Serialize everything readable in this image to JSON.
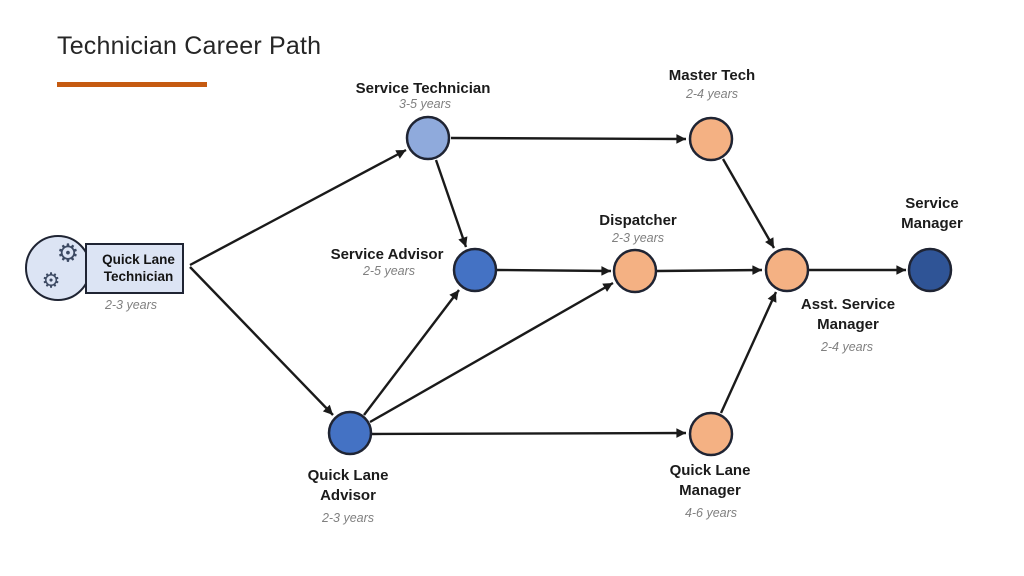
{
  "title": "Technician Career Path",
  "accent_color": "#C55A11",
  "colors": {
    "light_blue": "#8FAADC",
    "royal_blue": "#4472C4",
    "dark_blue": "#2F5496",
    "orange": "#F4B183",
    "node_border": "#1F2433",
    "edge_stroke": "#1A1A1A",
    "start_fill": "#DCE4F4",
    "years_text": "#808080"
  },
  "start_node": {
    "id": "quick-lane-technician",
    "label_lines": [
      "Quick Lane",
      "Technician"
    ],
    "years": "2-3 years",
    "icon": "gears-icon",
    "gear_glyph": "⚙"
  },
  "nodes": [
    {
      "id": "service-technician",
      "label_lines": [
        "Service Technician"
      ],
      "years": "3-5 years",
      "color": "#8FAADC"
    },
    {
      "id": "master-tech",
      "label_lines": [
        "Master Tech"
      ],
      "years": "2-4 years",
      "color": "#F4B183"
    },
    {
      "id": "service-advisor",
      "label_lines": [
        "Service Advisor"
      ],
      "years": "2-5 years",
      "color": "#4472C4"
    },
    {
      "id": "dispatcher",
      "label_lines": [
        "Dispatcher"
      ],
      "years": "2-3 years",
      "color": "#F4B183"
    },
    {
      "id": "asst-service-manager",
      "label_lines": [
        "Asst. Service",
        "Manager"
      ],
      "years": "2-4 years",
      "color": "#F4B183"
    },
    {
      "id": "service-manager",
      "label_lines": [
        "Service",
        "Manager"
      ],
      "years": "",
      "color": "#2F5496"
    },
    {
      "id": "quick-lane-advisor",
      "label_lines": [
        "Quick Lane",
        "Advisor"
      ],
      "years": "2-3 years",
      "color": "#4472C4"
    },
    {
      "id": "quick-lane-manager",
      "label_lines": [
        "Quick Lane",
        "Manager"
      ],
      "years": "4-6 years",
      "color": "#F4B183"
    }
  ],
  "edges": [
    {
      "from": "quick-lane-technician",
      "to": "service-technician"
    },
    {
      "from": "quick-lane-technician",
      "to": "quick-lane-advisor"
    },
    {
      "from": "service-technician",
      "to": "master-tech"
    },
    {
      "from": "service-technician",
      "to": "service-advisor"
    },
    {
      "from": "master-tech",
      "to": "asst-service-manager"
    },
    {
      "from": "service-advisor",
      "to": "dispatcher"
    },
    {
      "from": "dispatcher",
      "to": "asst-service-manager"
    },
    {
      "from": "quick-lane-advisor",
      "to": "service-advisor"
    },
    {
      "from": "quick-lane-advisor",
      "to": "dispatcher"
    },
    {
      "from": "quick-lane-advisor",
      "to": "quick-lane-manager"
    },
    {
      "from": "quick-lane-manager",
      "to": "asst-service-manager"
    },
    {
      "from": "asst-service-manager",
      "to": "service-manager"
    }
  ]
}
